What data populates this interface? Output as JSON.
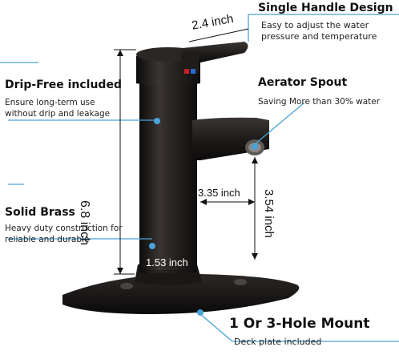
{
  "features": {
    "single_handle": {
      "title": "Single Handle Design",
      "line1": "Easy to adjust the water",
      "line2": "pressure and temperature"
    },
    "aerator": {
      "title": "Aerator Spout",
      "line1": "Saving More than 30% water"
    },
    "drip_free": {
      "title": "Drip-Free included",
      "line1": "Ensure long-term use",
      "line2": "without drip and leakage"
    },
    "solid_brass": {
      "title": "Solid Brass",
      "line1": "Heavy duty construction for",
      "line2": "reliable and durable"
    },
    "mount": {
      "title": "1 Or 3-Hole Mount",
      "line1": "Deck plate included"
    }
  },
  "dimensions": {
    "handle_length": "2.4 inch",
    "height": "6.8 inch",
    "spout_reach": "3.35 inch",
    "spout_height": "3.54 inch",
    "base_diameter": "1.53 inch"
  },
  "colors": {
    "callout_line": "#4aa3d8",
    "faucet": "#1c1a19",
    "hot_indicator": "#c8202a",
    "cold_indicator": "#2a6bd0"
  }
}
